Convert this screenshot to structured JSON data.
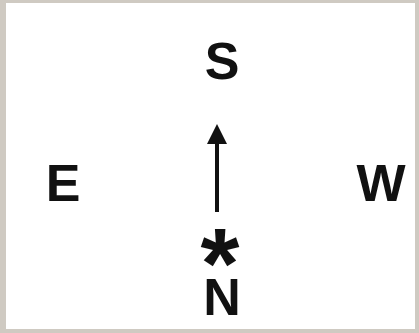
{
  "diagram": {
    "labels": [
      "S",
      "E",
      "W",
      "N",
      "*"
    ]
  }
}
